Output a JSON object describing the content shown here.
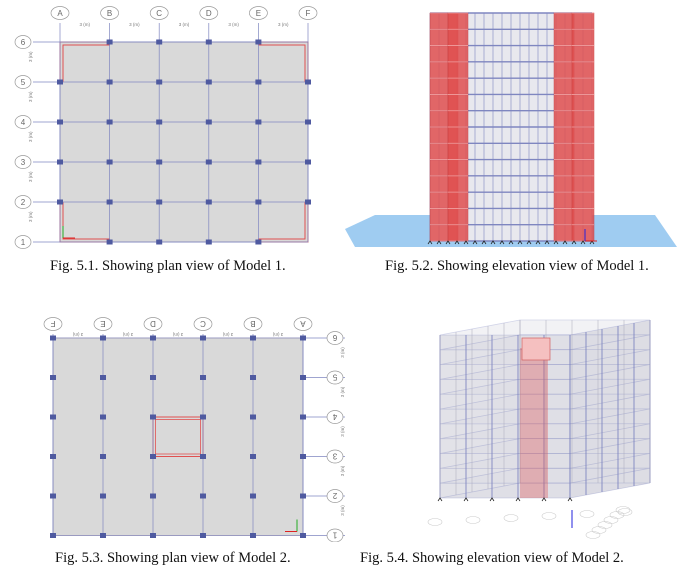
{
  "figures": [
    {
      "id": "fig-5-1",
      "caption": "Fig. 5.1. Showing plan view of Model 1.",
      "col_labels": [
        "A",
        "B",
        "C",
        "D",
        "E",
        "F"
      ],
      "row_labels": [
        "6",
        "5",
        "4",
        "3",
        "2",
        "1"
      ],
      "dim_labels": [
        "3 (m)",
        "3 (m)",
        "3 (m)",
        "3 (m)",
        "3 (m)"
      ]
    },
    {
      "id": "fig-5-2",
      "caption": "Fig. 5.2. Showing elevation view of Model 1."
    },
    {
      "id": "fig-5-3",
      "caption": "Fig. 5.3. Showing plan view of Model 2.",
      "col_labels": [
        "F",
        "E",
        "D",
        "C",
        "B",
        "A"
      ],
      "row_labels": [
        "6",
        "5",
        "4",
        "3",
        "2",
        "1"
      ],
      "dim_labels": [
        "3 (m)",
        "3 (m)",
        "3 (m)",
        "3 (m)",
        "3 (m)"
      ]
    },
    {
      "id": "fig-5-4",
      "caption": "Fig. 5.4. Showing elevation view of Model 2."
    }
  ],
  "colors": {
    "slab": "#d9d9d9",
    "grid": "#7f86c0",
    "column": "#4f5aa0",
    "wall": "#e05050",
    "ground": "#8ec3ee"
  }
}
